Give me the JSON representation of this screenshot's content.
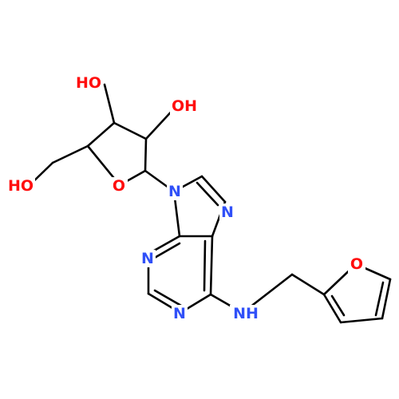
{
  "molecule": {
    "colors": {
      "oxygen": "#ff0d0d",
      "nitrogen": "#3050f8",
      "carbon": "#000000"
    },
    "labels": {
      "oh_top_left": "HO",
      "oh_top_right": "OH",
      "oh_left": "HO",
      "ring_oxygen": "O",
      "n9": "N",
      "n7": "N",
      "n3": "N",
      "n1": "N",
      "nh": "NH",
      "furan_oxygen": "O"
    }
  }
}
